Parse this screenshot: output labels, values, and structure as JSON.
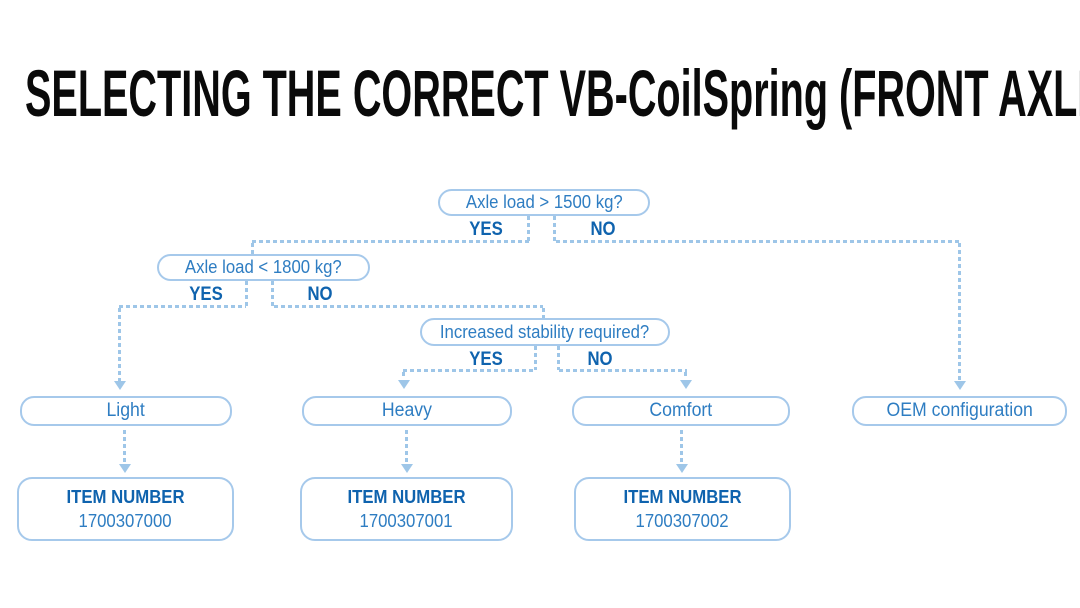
{
  "title": "SELECTING THE CORRECT VB-CoilSpring (FRONT AXLE)",
  "colors": {
    "title": "#0a0a0a",
    "node_border": "#a6c9eb",
    "node_text": "#2e7dc2",
    "bold_text": "#0f63ae",
    "line": "#9ec6e8",
    "background": "#ffffff"
  },
  "flowchart": {
    "decisions": [
      {
        "question": "Axle load > 1500 kg?",
        "yes_label": "YES",
        "no_label": "NO"
      },
      {
        "question": "Axle load < 1800 kg?",
        "yes_label": "YES",
        "no_label": "NO"
      },
      {
        "question": "Increased stability required?",
        "yes_label": "YES",
        "no_label": "NO"
      }
    ],
    "outcomes": [
      {
        "label": "Light",
        "item_number_label": "ITEM NUMBER",
        "item_number": "1700307000"
      },
      {
        "label": "Heavy",
        "item_number_label": "ITEM NUMBER",
        "item_number": "1700307001"
      },
      {
        "label": "Comfort",
        "item_number_label": "ITEM NUMBER",
        "item_number": "1700307002"
      },
      {
        "label": "OEM configuration"
      }
    ]
  }
}
